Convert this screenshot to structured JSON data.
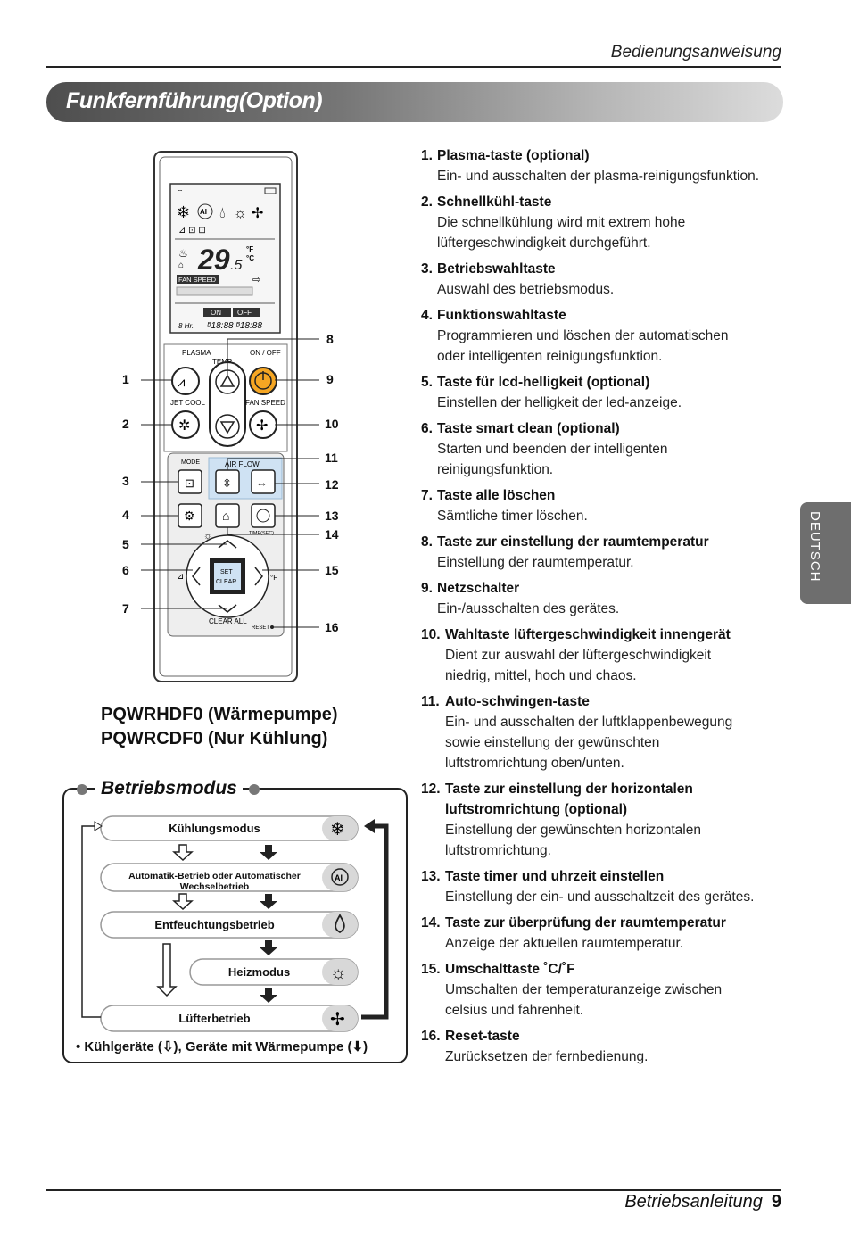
{
  "header": {
    "text": "Bedienungsanweisung"
  },
  "title": "Funkfernführung(Option)",
  "side_tab": "DEUTSCH",
  "remote": {
    "display": {
      "temp": "29",
      "temp_decimal": ".5",
      "unit_f": "°F",
      "unit_c": "°C",
      "fan_speed": "FAN SPEED",
      "on": "ON",
      "off": "OFF",
      "timer": "8 Hr."
    },
    "labels": {
      "plasma": "PLASMA",
      "temp": "TEMP",
      "onoff": "ON / OFF",
      "jetcool": "JET COOL",
      "fanspeed": "FAN SPEED",
      "mode": "MODE",
      "airflow": "AIR FLOW",
      "timesec": "TIME(SEC)",
      "set": "SET",
      "clear": "CLEAR",
      "clearall": "CLEAR ALL",
      "reset": "RESET",
      "cf": "°F"
    },
    "callouts": [
      "1",
      "2",
      "3",
      "4",
      "5",
      "6",
      "7",
      "8",
      "9",
      "10",
      "11",
      "12",
      "13",
      "14",
      "15",
      "16"
    ]
  },
  "models": [
    "PQWRHDF0 (Wärmepumpe)",
    "PQWRCDF0 (Nur Kühlung)"
  ],
  "modes": {
    "title": "Betriebsmodus",
    "items": [
      "Kühlungsmodus",
      "Automatik-Betrieb oder Automatischer Wechselbetrieb",
      "Entfeuchtungsbetrieb",
      "Heizmodus",
      "Lüfterbetrieb"
    ],
    "note_a": "• Kühlgeräte (",
    "note_b": "), Geräte mit Wärmepumpe (",
    "note_c": ")"
  },
  "list": [
    {
      "n": "1.",
      "title": "Plasma-taste (optional)",
      "desc": [
        "Ein- und ausschalten der plasma-reinigungsfunktion."
      ]
    },
    {
      "n": "2.",
      "title": "Schnellkühl-taste",
      "desc": [
        "Die schnellkühlung wird mit extrem hohe",
        "lüftergeschwindigkeit durchgeführt."
      ]
    },
    {
      "n": "3.",
      "title": "Betriebswahltaste",
      "desc": [
        "Auswahl des betriebsmodus."
      ]
    },
    {
      "n": "4.",
      "title": "Funktionswahltaste",
      "desc": [
        "Programmieren und löschen der automatischen",
        "oder intelligenten reinigungsfunktion."
      ]
    },
    {
      "n": "5.",
      "title": "Taste für lcd-helligkeit (optional)",
      "desc": [
        "Einstellen der helligkeit der led-anzeige."
      ]
    },
    {
      "n": "6.",
      "title": "Taste smart clean (optional)",
      "desc": [
        "Starten und beenden der intelligenten",
        "reinigungsfunktion."
      ]
    },
    {
      "n": "7.",
      "title": "Taste alle löschen",
      "desc": [
        "Sämtliche timer löschen."
      ]
    },
    {
      "n": "8.",
      "title": "Taste zur einstellung der raumtemperatur",
      "desc": [
        "Einstellung der raumtemperatur."
      ]
    },
    {
      "n": "9.",
      "title": "Netzschalter",
      "desc": [
        "Ein-/ausschalten des gerätes."
      ]
    },
    {
      "n": "10.",
      "title": "Wahltaste lüftergeschwindigkeit innengerät",
      "desc": [
        "Dient zur auswahl der lüftergeschwindigkeit",
        "niedrig, mittel, hoch und chaos."
      ]
    },
    {
      "n": "11.",
      "title": "Auto-schwingen-taste",
      "desc": [
        "Ein- und ausschalten der luftklappenbewegung",
        "sowie einstellung der gewünschten",
        "luftstromrichtung oben/unten."
      ]
    },
    {
      "n": "12.",
      "title": "Taste zur einstellung der horizontalen",
      "title2": "luftstromrichtung (optional)",
      "desc": [
        "Einstellung der gewünschten horizontalen",
        "luftstromrichtung."
      ]
    },
    {
      "n": "13.",
      "title": "Taste timer und uhrzeit einstellen",
      "desc": [
        "Einstellung der ein- und ausschaltzeit des gerätes."
      ]
    },
    {
      "n": "14.",
      "title": "Taste zur überprüfung der raumtemperatur",
      "desc": [
        "Anzeige der aktuellen raumtemperatur."
      ]
    },
    {
      "n": "15.",
      "title": "Umschalttaste ˚C/˚F",
      "desc": [
        "Umschalten der temperaturanzeige zwischen",
        "celsius und fahrenheit."
      ]
    },
    {
      "n": "16.",
      "title": "Reset-taste",
      "desc": [
        "Zurücksetzen der fernbedienung."
      ]
    }
  ],
  "footer": {
    "text": "Betriebsanleitung",
    "page": "9"
  }
}
